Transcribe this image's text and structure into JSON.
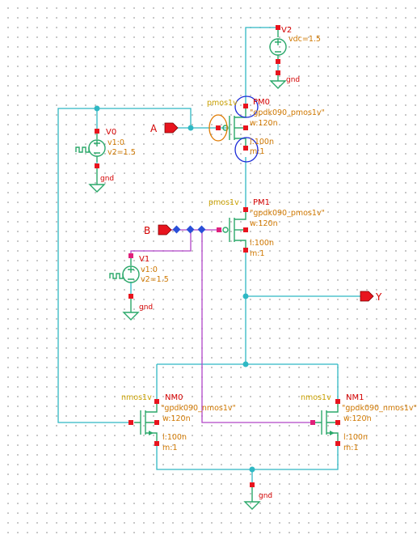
{
  "pins": {
    "a": "A",
    "b": "B",
    "y": "Y"
  },
  "sources": {
    "v2": {
      "name": "V2",
      "value": "vdc=1.5",
      "gnd": "gnd"
    },
    "v0": {
      "name": "V0",
      "v1": "v1:0",
      "v2": "v2=1.5",
      "gnd": "gnd"
    },
    "v1": {
      "name": "V1",
      "v1": "v1:0",
      "v2": "v2=1.5",
      "gnd": "gnd"
    }
  },
  "transistors": {
    "pm0": {
      "cell": "pmos1v",
      "name": "PM0",
      "model": "\"gpdk090_pmos1v\"",
      "w": "w:120n",
      "l": "l:100n",
      "m": "m:1"
    },
    "pm1": {
      "cell": "pmos1v",
      "name": "PM1",
      "model": "\"gpdk090_pmos1v\"",
      "w": "w:120n",
      "l": "l:100n",
      "m": "m:1"
    },
    "nm0": {
      "cell": "nmos1v",
      "name": "NM0",
      "model": "\"gpdk090_nmos1v\"",
      "w": "w:120n",
      "l": "l:100n",
      "m": "m:1"
    },
    "nm1": {
      "cell": "nmos1v",
      "name": "NM1",
      "model": "\"gpdk090_nmos1v\"",
      "w": "w:120n",
      "l": "l:100n",
      "m": "m:1"
    }
  },
  "ground_bottom": "gnd",
  "colors": {
    "wire": "#2fb8c4",
    "net_b": "#b044c8",
    "symbol": "#2aa86a",
    "pin": "#e8141e",
    "instance": "#d40000",
    "property": "#d07800",
    "cell_label": "#c9a000",
    "highlight_blue": "#1a2ad8",
    "highlight_orange": "#e07a00"
  }
}
